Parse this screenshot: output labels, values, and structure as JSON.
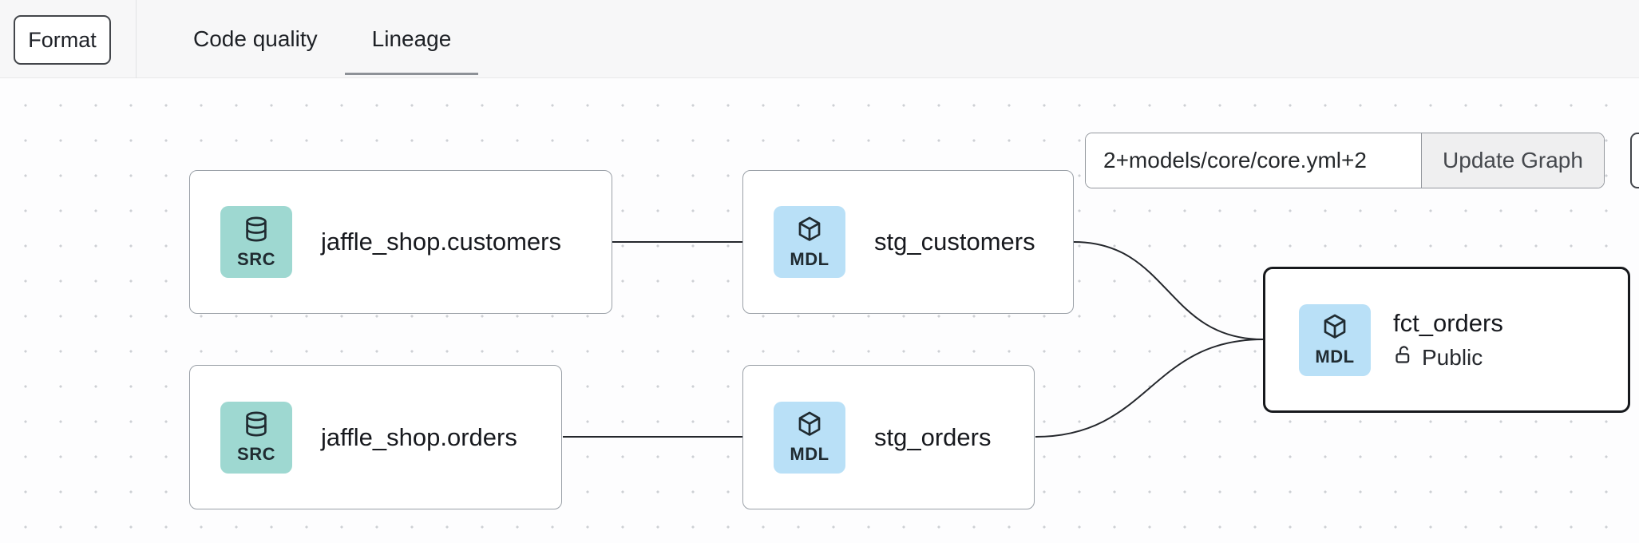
{
  "colors": {
    "src_badge_bg": "#9ed8d1",
    "mdl_badge_bg": "#b9e0f7",
    "selected_node_border": "#17191d",
    "edge": "#24272c",
    "tab_underline": "#8d9197",
    "topbar_bg": "#f7f7f8"
  },
  "toolbar": {
    "format_label": "Format",
    "tabs": [
      {
        "label": "Code quality",
        "active": false
      },
      {
        "label": "Lineage",
        "active": true
      }
    ]
  },
  "graph_controls": {
    "selector_value": "2+models/core/core.yml+2",
    "update_button_label": "Update Graph"
  },
  "lineage": {
    "nodes": [
      {
        "id": "jaffle_shop.customers",
        "label": "jaffle_shop.customers",
        "badge": "SRC",
        "icon": "database",
        "type": "source",
        "selected": false
      },
      {
        "id": "stg_customers",
        "label": "stg_customers",
        "badge": "MDL",
        "icon": "cube",
        "type": "model",
        "selected": false
      },
      {
        "id": "jaffle_shop.orders",
        "label": "jaffle_shop.orders",
        "badge": "SRC",
        "icon": "database",
        "type": "source",
        "selected": false
      },
      {
        "id": "stg_orders",
        "label": "stg_orders",
        "badge": "MDL",
        "icon": "cube",
        "type": "model",
        "selected": false
      },
      {
        "id": "fct_orders",
        "label": "fct_orders",
        "badge": "MDL",
        "icon": "cube",
        "type": "model",
        "access": "Public",
        "selected": true
      }
    ],
    "edges": [
      {
        "from": "jaffle_shop.customers",
        "to": "stg_customers"
      },
      {
        "from": "jaffle_shop.orders",
        "to": "stg_orders"
      },
      {
        "from": "stg_customers",
        "to": "fct_orders"
      },
      {
        "from": "stg_orders",
        "to": "fct_orders"
      }
    ]
  }
}
